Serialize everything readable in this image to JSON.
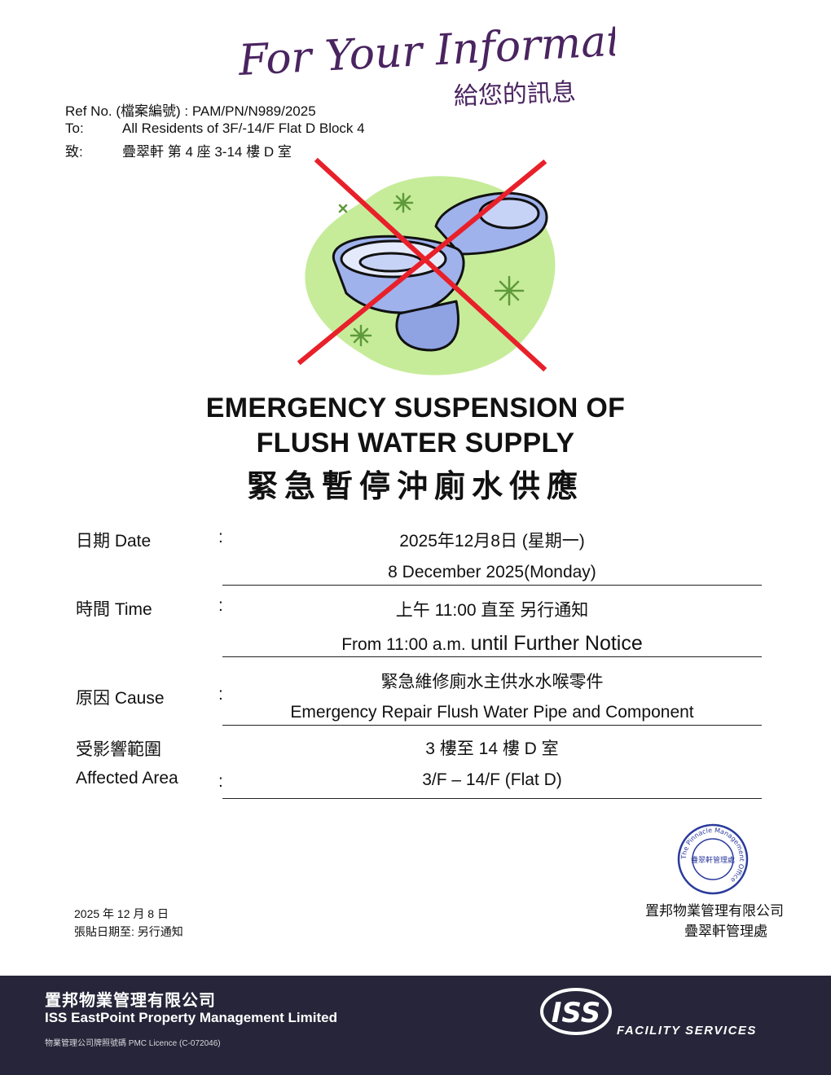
{
  "header": {
    "logo_script": "For Your Information",
    "logo_cn": "給您的訊息"
  },
  "reference": {
    "ref_no": "Ref No. (檔案編號) : PAM/PN/N989/2025",
    "to_label": "To:",
    "to_value": "All Residents of 3F/-14/F Flat D Block 4",
    "to_cn_label": "致:",
    "to_cn_value": "疊翠軒 第 4 座  3-14 樓 D 室"
  },
  "title": {
    "en_line1": "EMERGENCY SUSPENSION OF",
    "en_line2": "FLUSH WATER SUPPLY",
    "cn": "緊急暫停沖廁水供應"
  },
  "info": {
    "colon": ":",
    "date_label": "日期  Date",
    "date_cn": "2025年12月8日  (星期一)",
    "date_en": "8 December 2025(Monday)",
    "time_label": "時間  Time",
    "time_cn": "上午 11:00 直至 另行通知",
    "time_en_prefix": "From 11:00 a.m.",
    "time_en_suffix": "until Further Notice",
    "cause_label": "原因  Cause",
    "cause_cn": "緊急維修廁水主供水水喉零件",
    "cause_en": "Emergency Repair Flush Water Pipe and Component",
    "area_label_cn": "受影響範圍",
    "area_label_en": "Affected Area",
    "area_cn": "3 樓至 14 樓 D 室",
    "area_en": "3/F – 14/F  (Flat D)"
  },
  "seal": {
    "inner_text": "疊翠軒管理處",
    "ring_text": "The Pinnacle Management Office"
  },
  "footer_notes": {
    "post_date": "2025 年 12 月 8 日",
    "post_until": "張貼日期至: 另行通知",
    "company_cn": "置邦物業管理有限公司",
    "office_cn": "疊翠軒管理處"
  },
  "footer": {
    "company_cn": "置邦物業管理有限公司",
    "company_en": "ISS EastPoint Property Management Limited",
    "licence": "物業管理公司牌照號碼  PMC Licence (C-072046)",
    "logo_text": "ISS",
    "tagline": "FACILITY SERVICES"
  },
  "colors": {
    "cross": "#e8202a",
    "blob": "#c6ec9a",
    "toilet": "#9fb2ec",
    "footer_band": "#262539",
    "seal": "#2a3a9c",
    "logo_ink": "#4a2460"
  }
}
